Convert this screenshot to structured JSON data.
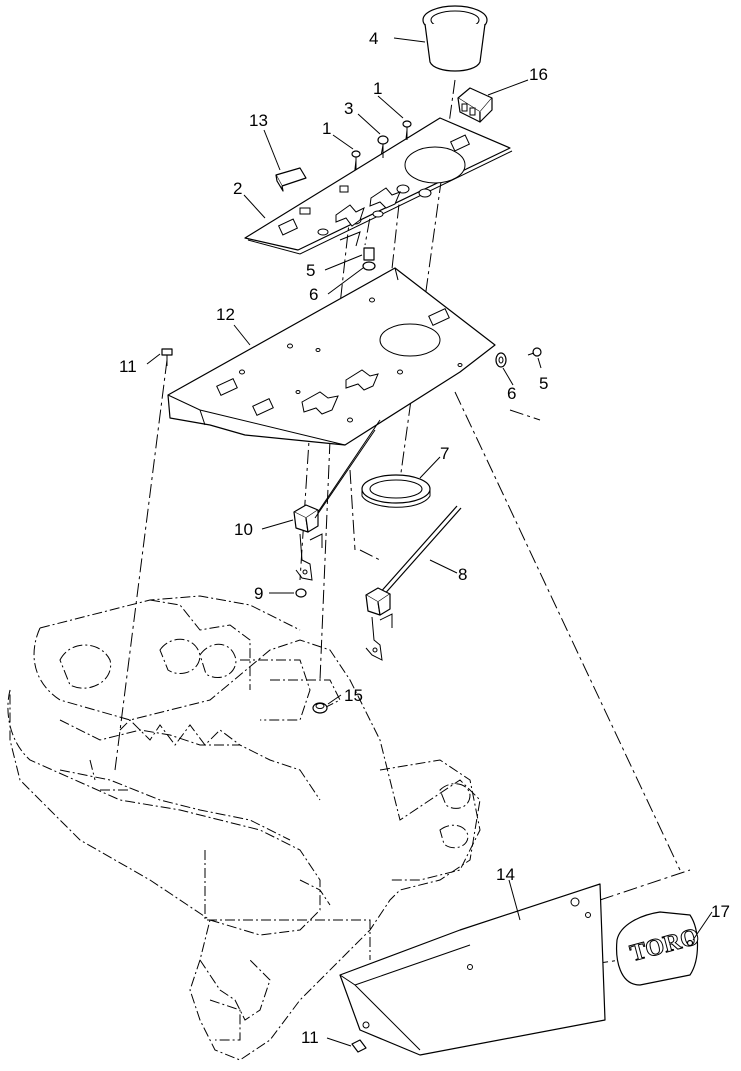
{
  "callouts": {
    "c1a": "1",
    "c1b": "1",
    "c2": "2",
    "c3": "3",
    "c4": "4",
    "c5a": "5",
    "c5b": "5",
    "c6a": "6",
    "c6b": "6",
    "c7": "7",
    "c8": "8",
    "c9": "9",
    "c10": "10",
    "c11a": "11",
    "c11b": "11",
    "c12": "12",
    "c13": "13",
    "c14": "14",
    "c15": "15",
    "c16": "16",
    "c17": "17"
  },
  "decal": {
    "logo_text": "TORO"
  }
}
